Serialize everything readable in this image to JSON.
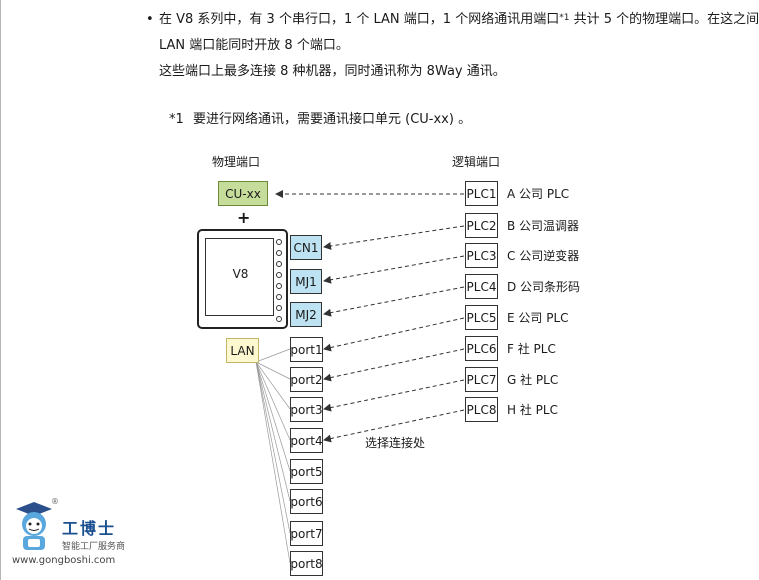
{
  "intro": {
    "bullet": "•",
    "line1_a": "在 V8 系列中，有 3 个串行口，1 个 LAN 端口，1 个网络通讯用端口",
    "line1_sup": "*1",
    "line1_b": " 共计 5 个的物理端口。在这之间",
    "line2": "LAN 端口能同时开放 8 个端口。",
    "line3": "这些端口上最多连接 8 种机器，同时通讯称为 8Way 通讯。"
  },
  "footnote": {
    "mark": "*1",
    "text": "要进行网络通讯，需要通讯接口单元 (CU-xx) 。"
  },
  "diagram": {
    "physical_header": "物理端口",
    "logical_header": "逻辑端口",
    "cu": "CU-xx",
    "plus": "+",
    "v8": "V8",
    "cn1": "CN1",
    "mj1": "MJ1",
    "mj2": "MJ2",
    "lan": "LAN",
    "ports": [
      "port1",
      "port2",
      "port3",
      "port4",
      "port5",
      "port6",
      "port7",
      "port8"
    ],
    "plcs": [
      "PLC1",
      "PLC2",
      "PLC3",
      "PLC4",
      "PLC5",
      "PLC6",
      "PLC7",
      "PLC8"
    ],
    "devices": [
      "A 公司 PLC",
      "B 公司温调器",
      "C 公司逆变器",
      "D 公司条形码",
      "E 公司 PLC",
      "F 社 PLC",
      "G 社 PLC",
      "H 社 PLC"
    ],
    "select_label": "选择连接处"
  },
  "logo": {
    "name": "工博士",
    "sub": "智能工厂服务商",
    "url": "www.gongboshi.com",
    "reg": "®"
  },
  "colors": {
    "cu_fill": "#c5dc9b",
    "serial_fill": "#bde3f2",
    "lan_fill": "#fdf8cf",
    "logo_blue": "#1b4f8f"
  }
}
